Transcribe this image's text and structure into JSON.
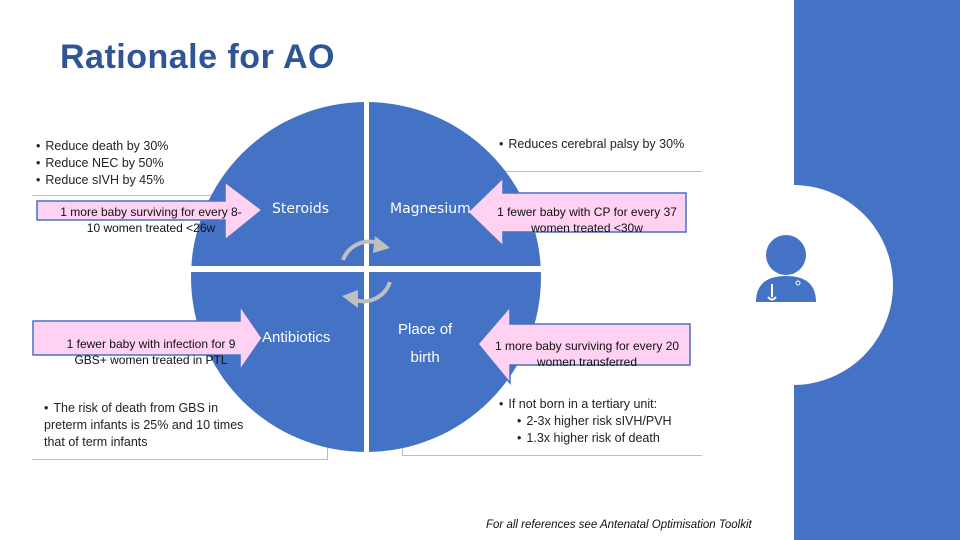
{
  "title": "Rationale for AO",
  "colors": {
    "accent": "#4472c4",
    "title": "#2f5597",
    "arrow": "#ffd1f2"
  },
  "quadrants": {
    "top_left": "Steroids",
    "top_right": "Magnesium",
    "bottom_left": "Antibiotics",
    "bottom_right_line1": "Place of",
    "bottom_right_line2": "birth"
  },
  "steroids_benefits": [
    "Reduce death by 30%",
    "Reduce NEC by 50%",
    "Reduce sIVH by 45%"
  ],
  "magnesium_benefits": [
    "Reduces cerebral palsy by 30%"
  ],
  "antibiotics_info": [
    "The risk of death from GBS in preterm infants is 25% and 10 times that of term infants"
  ],
  "place_of_birth_info": {
    "main": "If not born in a tertiary unit:",
    "sub": [
      "2-3x higher risk sIVH/PVH",
      "1.3x higher risk of death"
    ]
  },
  "arrows": {
    "steroids": "1 more baby surviving for every 8-10 women treated <26w",
    "antibiotics": "1 fewer baby with infection for 9 GBS+ women treated in PTL",
    "magnesium": "1 fewer baby with CP for every 37 women treated <30w",
    "place_of_birth": "1 more baby surviving for every 20 women transferred"
  },
  "footnote": "For all references see Antenatal Optimisation Toolkit",
  "icons": [
    "cycle-arrows-icon",
    "clinician-avatar-icon"
  ]
}
